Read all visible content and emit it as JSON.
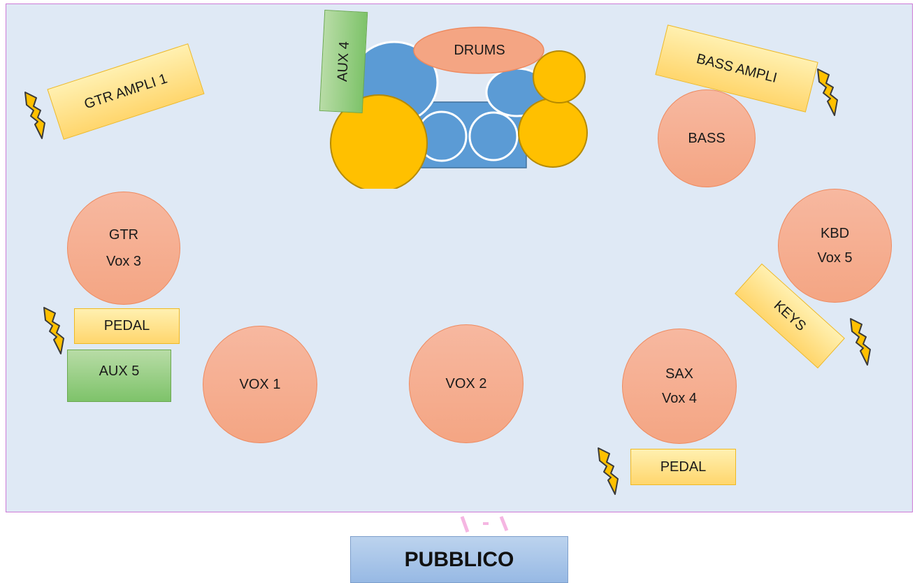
{
  "labels": {
    "gtr_ampli": "GTR AMPLI 1",
    "aux4": "AUX 4",
    "drums": "DRUMS",
    "bass_ampli": "BASS AMPLI",
    "bass": "BASS",
    "gtr_line1": "GTR",
    "gtr_line2": "Vox 3",
    "pedal_left": "PEDAL",
    "aux5": "AUX 5",
    "vox1": "VOX 1",
    "vox2": "VOX 2",
    "sax_line1": "SAX",
    "sax_line2": "Vox 4",
    "pedal_right": "PEDAL",
    "kbd_line1": "KBD",
    "kbd_line2": "Vox 5",
    "keys": "KEYS",
    "audience": "PUBBLICO"
  },
  "colors": {
    "stage_bg": "#dfe9f5",
    "stage_border": "#cc7ad6",
    "performer_fill": "#f4a583",
    "amp_fill": "#ffd66d",
    "aux_fill": "#7ec36a",
    "drum_blue": "#5b9bd5",
    "cymbal_gold": "#ffc000",
    "power_bolt": "#ffc000"
  },
  "icons": [
    "power-bolt-icon"
  ]
}
